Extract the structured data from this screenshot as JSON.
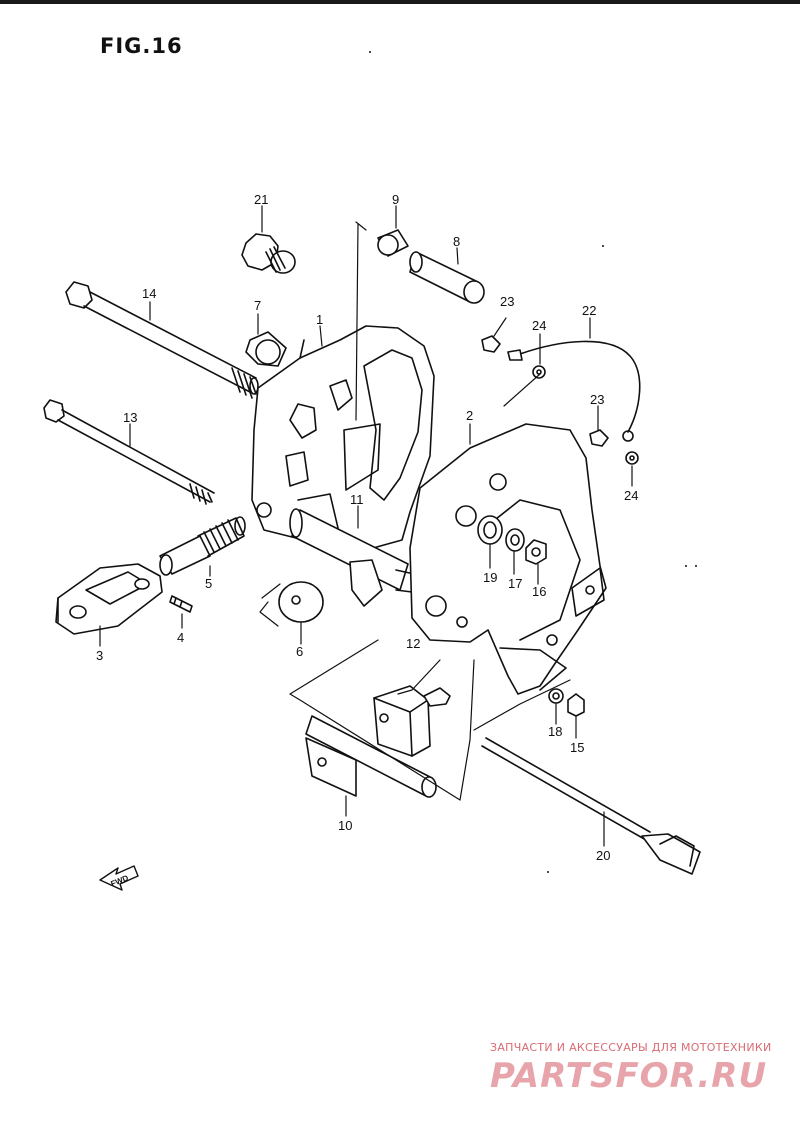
{
  "figure": {
    "title": "FIG.16"
  },
  "callouts": [
    {
      "id": "c1",
      "label": "1"
    },
    {
      "id": "c2",
      "label": "2"
    },
    {
      "id": "c3",
      "label": "3"
    },
    {
      "id": "c4",
      "label": "4"
    },
    {
      "id": "c5",
      "label": "5"
    },
    {
      "id": "c6",
      "label": "6"
    },
    {
      "id": "c7",
      "label": "7"
    },
    {
      "id": "c8",
      "label": "8"
    },
    {
      "id": "c9",
      "label": "9"
    },
    {
      "id": "c10",
      "label": "10"
    },
    {
      "id": "c11",
      "label": "11"
    },
    {
      "id": "c12",
      "label": "12"
    },
    {
      "id": "c13",
      "label": "13"
    },
    {
      "id": "c14",
      "label": "14"
    },
    {
      "id": "c15",
      "label": "15"
    },
    {
      "id": "c16",
      "label": "16"
    },
    {
      "id": "c17",
      "label": "17"
    },
    {
      "id": "c18",
      "label": "18"
    },
    {
      "id": "c19",
      "label": "19"
    },
    {
      "id": "c20",
      "label": "20"
    },
    {
      "id": "c21",
      "label": "21"
    },
    {
      "id": "c22",
      "label": "22"
    },
    {
      "id": "c23a",
      "label": "23"
    },
    {
      "id": "c23b",
      "label": "23"
    },
    {
      "id": "c24a",
      "label": "24"
    },
    {
      "id": "c24b",
      "label": "24"
    }
  ],
  "direction_marker": {
    "label": "FWD"
  },
  "watermark": {
    "subtitle": "ЗАПЧАСТИ И АКСЕССУАРЫ ДЛЯ МОТОТЕХНИКИ",
    "logo": "PARTSFOR.RU"
  }
}
